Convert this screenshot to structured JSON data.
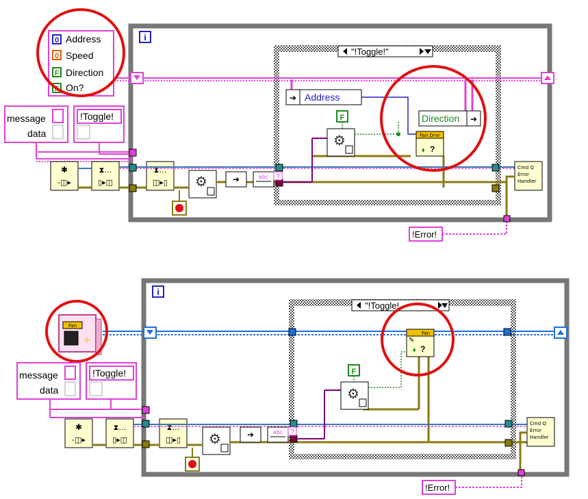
{
  "top": {
    "cluster": [
      {
        "glyph": "0",
        "label": "Address"
      },
      {
        "glyph": "0",
        "label": "Speed"
      },
      {
        "glyph": "F",
        "label": "Direction"
      },
      {
        "glyph": "F",
        "label": "On?"
      }
    ],
    "message_label": "message",
    "data_label": "data",
    "toggle_const": "!Toggle!",
    "case_selector": "\"!Toggle!\"",
    "unbundle_address": "Address",
    "bundle_direction": "Direction",
    "false_const": "F",
    "fan_vi_title": "Fan Drvr",
    "error_handler": [
      "Cmd Q",
      "Error",
      "Handler"
    ],
    "error_const": "!Error!",
    "loop_iter": "i",
    "help_q": "?",
    "str_icon": "abc",
    "str_q": "?"
  },
  "bottom": {
    "class_title": "Fan",
    "message_label": "message",
    "data_label": "data",
    "toggle_const": "!Toggle!",
    "case_selector": "\"!Toggle!",
    "false_const": "F",
    "fan_method_title": "Fan",
    "error_handler": [
      "Cmd Q",
      "Error",
      "Handler"
    ],
    "error_const": "!Error!",
    "loop_iter": "i",
    "help_q": "?",
    "str_icon": "abc",
    "str_q": "?"
  },
  "colors": {
    "cluster_pink": "#e040d8",
    "class_blue": "#1e6ed8",
    "error_yellow": "#8a7a10",
    "loop_gray": "#777777",
    "highlight_red": "#e01010",
    "numeric_blue": "#2020c8",
    "numeric_orange": "#e06000",
    "boolean_green": "#1a8a1a"
  }
}
